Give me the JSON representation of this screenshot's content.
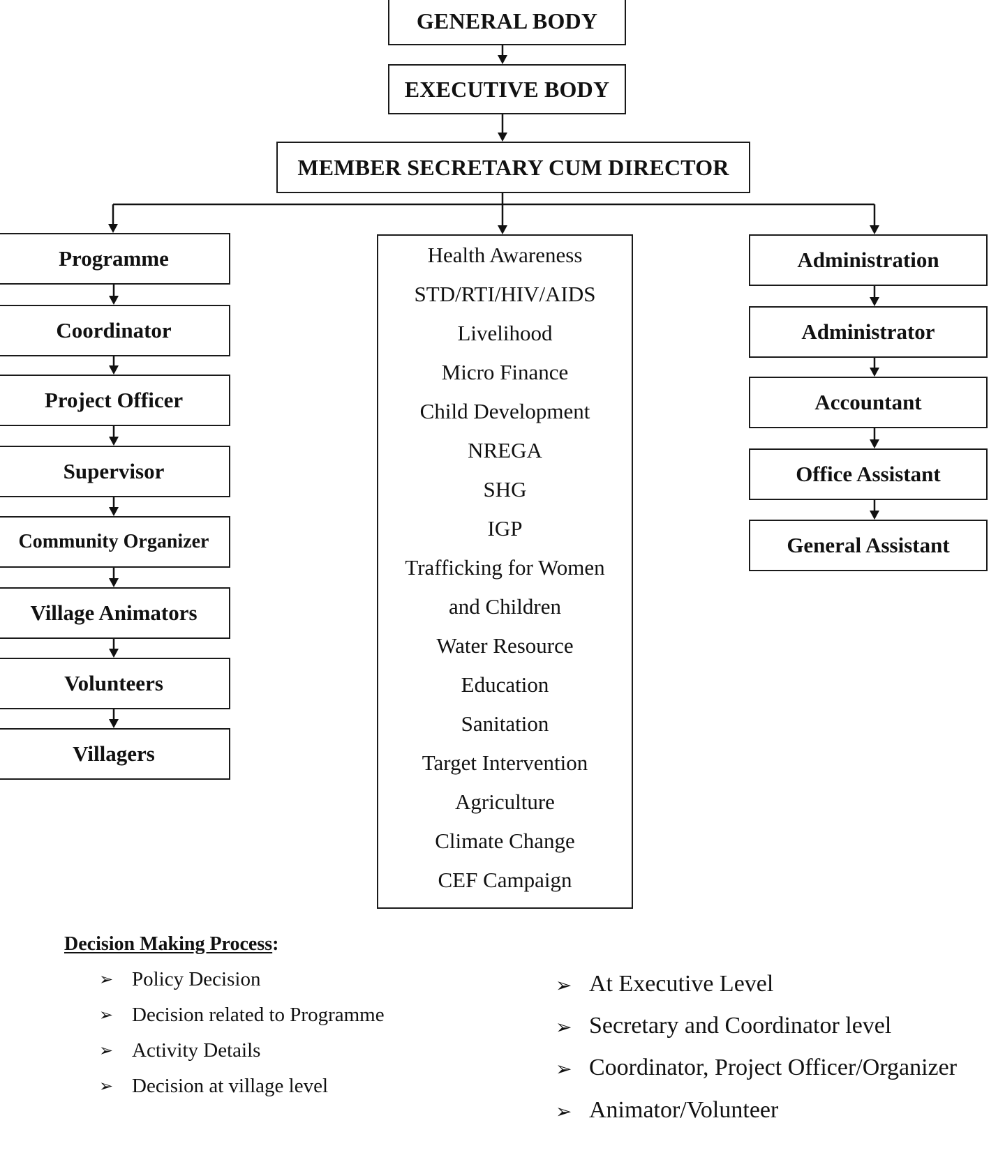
{
  "top": {
    "general_body": "GENERAL BODY",
    "executive_body": "EXECUTIVE BODY",
    "director": "MEMBER SECRETARY CUM DIRECTOR"
  },
  "programme_column": [
    "Programme",
    "Coordinator",
    "Project Officer",
    "Supervisor",
    "Community Organizer",
    "Village Animators",
    "Volunteers",
    "Villagers"
  ],
  "programme_areas": [
    "Health Awareness",
    "STD/RTI/HIV/AIDS",
    "Livelihood",
    "Micro Finance",
    "Child Development",
    "NREGA",
    "SHG",
    "IGP",
    "Trafficking for Women",
    "and Children",
    "Water Resource",
    "Education",
    "Sanitation",
    "Target Intervention",
    "Agriculture",
    "Climate Change",
    "CEF Campaign"
  ],
  "administration_column": [
    "Administration",
    "Administrator",
    "Accountant",
    "Office Assistant",
    "General Assistant"
  ],
  "decision_making": {
    "heading": "Decision Making Process",
    "heading_suffix": ":",
    "bullet_symbol": "➢",
    "decisions": [
      "Policy Decision",
      "Decision related to Programme",
      "Activity Details",
      "Decision at village level"
    ],
    "levels": [
      "At Executive Level",
      "Secretary and Coordinator level",
      "Coordinator, Project Officer/Organizer",
      "Animator/Volunteer"
    ]
  }
}
